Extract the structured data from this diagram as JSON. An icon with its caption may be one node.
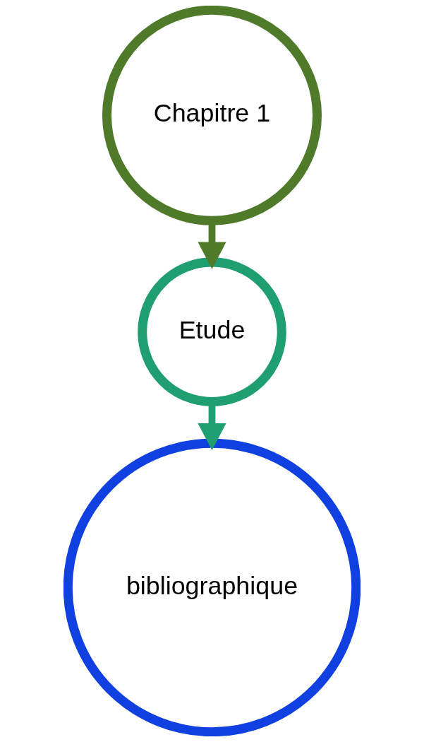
{
  "diagram": {
    "nodes": [
      {
        "text": [
          "Chapitre 1"
        ]
      },
      {
        "text": [
          "Etude"
        ]
      },
      {
        "text": [
          "bibliographique"
        ]
      }
    ],
    "edges": [
      {
        "from": 0,
        "to": 1,
        "arrow": "to"
      },
      {
        "from": 1,
        "to": 2,
        "arrow": "to"
      }
    ]
  }
}
